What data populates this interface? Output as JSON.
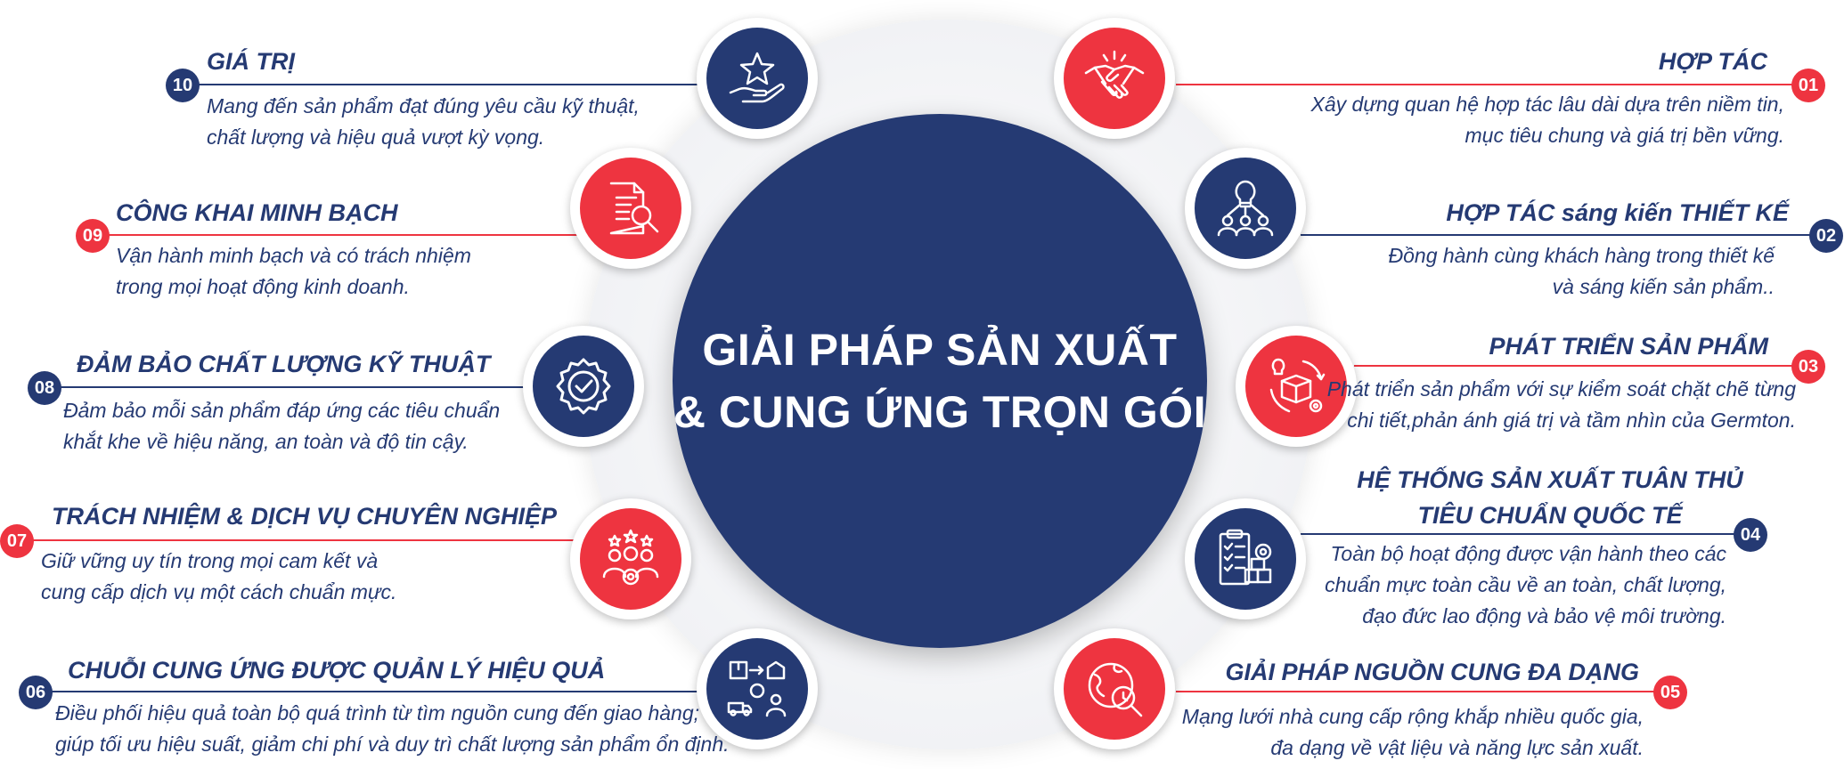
{
  "center": {
    "line1": "GIẢI PHÁP SẢN XUẤT",
    "line2": "& CUNG ỨNG TRỌN GÓI"
  },
  "colors": {
    "navy": "#253a73",
    "red": "#ee3440"
  },
  "items": [
    {
      "number": "01",
      "title": "HỢP TÁC",
      "desc": [
        "Xây dựng quan hệ hợp tác lâu dài dựa trên niềm tin,",
        "mục tiêu chung và giá trị bền vững."
      ],
      "icon": "handshake-icon"
    },
    {
      "number": "02",
      "title": "HỢP TÁC  sáng kiến  THIẾT KẾ",
      "desc": [
        "Đồng hành cùng khách hàng trong thiết kế",
        "và  sáng kiến  sản phẩm.."
      ],
      "icon": "idea-team-icon"
    },
    {
      "number": "03",
      "title": "PHÁT TRIỂN SẢN PHẨM",
      "desc": [
        "Phát triển sản phẩm với sự kiểm soát chặt chẽ từng",
        "chi tiết,phản ánh giá trị và tầm nhìn của Germton."
      ],
      "icon": "product-development-icon"
    },
    {
      "number": "04",
      "title": [
        "HỆ THỐNG SẢN XUẤT TUÂN THỦ",
        "TIÊU CHUẨN QUỐC TẾ"
      ],
      "desc": [
        "Toàn bộ hoạt động được vận hành theo các",
        "chuẩn mực toàn cầu về an toàn, chất lượng,",
        "đạo đức lao động và bảo vệ môi trường."
      ],
      "icon": "checklist-boxes-icon"
    },
    {
      "number": "05",
      "title": "GIẢI PHÁP NGUỒN CUNG ĐA DẠNG",
      "desc": [
        "Mạng lưới nhà cung cấp rộng khắp nhiều quốc gia,",
        "đa dạng về vật liệu và năng lực sản xuất."
      ],
      "icon": "global-search-icon"
    },
    {
      "number": "06",
      "title": "CHUỖI CUNG ỨNG ĐƯỢC QUẢN LÝ HIỆU QUẢ",
      "desc": [
        "Điều phối hiệu quả toàn bộ quá trình từ tìm nguồn cung đến giao hàng;",
        "giúp tối ưu hiệu suất, giảm chi phí và duy trì chất lượng sản phẩm ổn định."
      ],
      "icon": "supply-chain-icon"
    },
    {
      "number": "07",
      "title": "TRÁCH NHIỆM & DỊCH VỤ CHUYÊN NGHIỆP",
      "desc": [
        "Giữ vững uy tín trong mọi cam kết và",
        "cung cấp dịch vụ một cách chuẩn mực."
      ],
      "icon": "team-rating-icon"
    },
    {
      "number": "08",
      "title": "ĐẢM BẢO CHẤT LƯỢNG KỸ THUẬT",
      "desc": [
        "Đảm bảo mỗi sản phẩm đáp ứng các tiêu chuẩn",
        "khắt khe về hiệu năng, an toàn và độ tin cậy."
      ],
      "icon": "gear-check-icon"
    },
    {
      "number": "09",
      "title": "CÔNG KHAI MINH BẠCH",
      "desc": [
        "Vận hành minh bạch và có trách nhiệm",
        "trong mọi hoạt động kinh doanh."
      ],
      "icon": "document-search-icon"
    },
    {
      "number": "10",
      "title": "GIÁ TRỊ",
      "desc": [
        "Mang đến sản phẩm đạt đúng yêu cầu kỹ thuật,",
        "chất lượng và hiệu quả vượt kỳ vọng."
      ],
      "icon": "star-hand-icon"
    }
  ]
}
